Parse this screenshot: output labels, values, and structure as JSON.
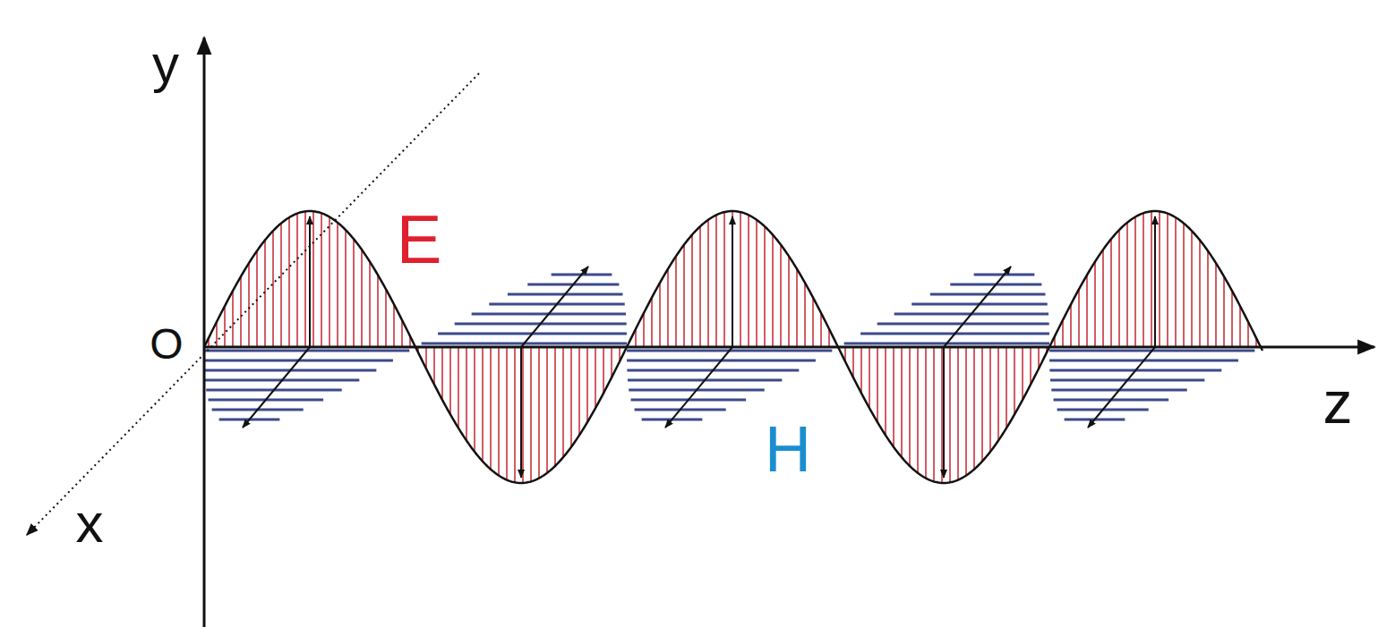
{
  "diagram": {
    "labels": [
      "y",
      "O",
      "E",
      "z",
      "H",
      "x"
    ]
  }
}
